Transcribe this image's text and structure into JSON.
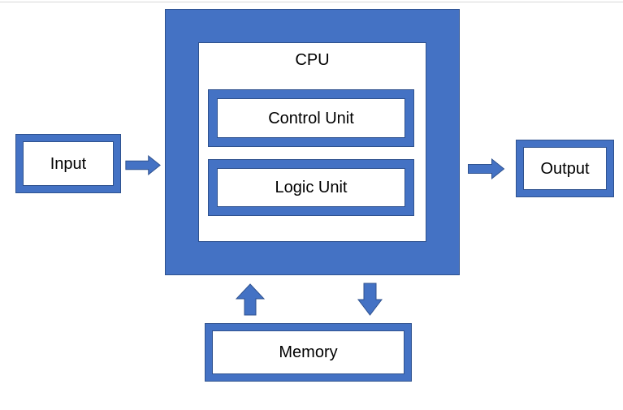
{
  "page": {
    "background": "#ffffff",
    "top_divider_color": "#d8d8d8"
  },
  "colors": {
    "shape_fill": "#4472C4",
    "shape_outline": "#2F528F",
    "label_text": "#000000"
  },
  "diagram": {
    "type": "block-diagram",
    "subject": "computer architecture",
    "boxes": {
      "cpu": {
        "label": "CPU"
      },
      "control_unit": {
        "label": "Control Unit"
      },
      "logic_unit": {
        "label": "Logic Unit"
      },
      "input": {
        "label": "Input"
      },
      "output": {
        "label": "Output"
      },
      "memory": {
        "label": "Memory"
      }
    },
    "arrows": {
      "input_to_cpu": "right",
      "cpu_to_output": "right",
      "memory_to_cpu": "up",
      "cpu_to_memory": "down"
    }
  }
}
